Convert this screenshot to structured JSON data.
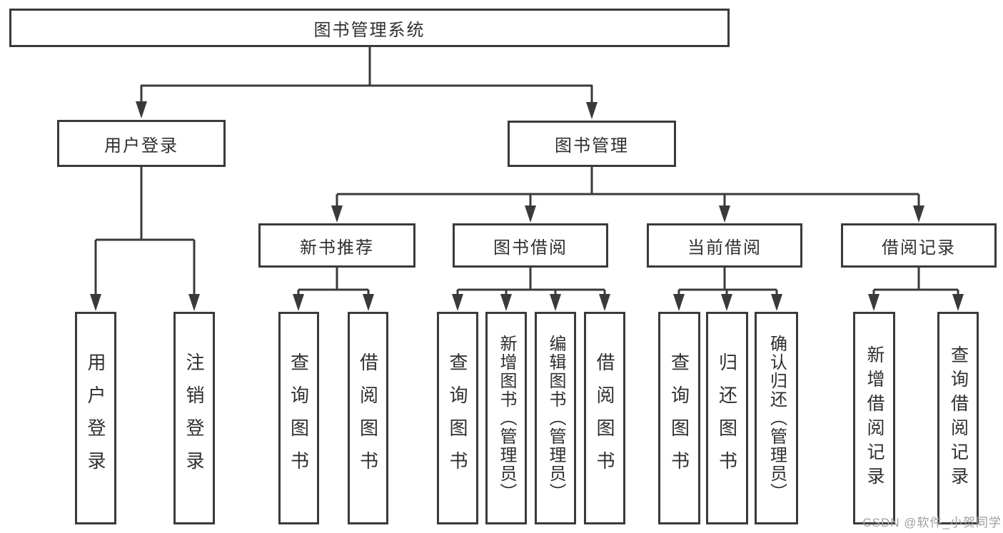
{
  "colors": {
    "line": "#3a3a3c",
    "text": "#2f2f31",
    "background": "#ffffff",
    "watermark_color": "#9e9e9e"
  },
  "watermark": "CSDN @软件_小贺同学",
  "tree": {
    "label": "图书管理系统",
    "children": [
      {
        "label": "用户登录",
        "children": [
          {
            "label": "用户登录"
          },
          {
            "label": "注销登录"
          }
        ]
      },
      {
        "label": "图书管理",
        "children": [
          {
            "label": "新书推荐",
            "children": [
              {
                "label": "查询图书"
              },
              {
                "label": "借阅图书"
              }
            ]
          },
          {
            "label": "图书借阅",
            "children": [
              {
                "label": "查询图书"
              },
              {
                "label": "新增图书（管理员）"
              },
              {
                "label": "编辑图书（管理员）"
              },
              {
                "label": "借阅图书"
              }
            ]
          },
          {
            "label": "当前借阅",
            "children": [
              {
                "label": "查询图书"
              },
              {
                "label": "归还图书"
              },
              {
                "label": "确认归还（管理员）"
              }
            ]
          },
          {
            "label": "借阅记录",
            "children": [
              {
                "label": "新增借阅记录"
              },
              {
                "label": "查询借阅记录"
              }
            ]
          }
        ]
      }
    ]
  }
}
